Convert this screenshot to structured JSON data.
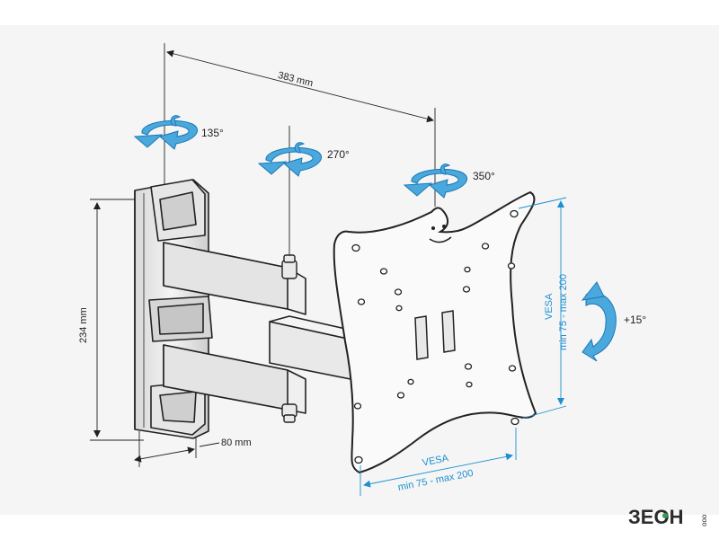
{
  "dimensions": {
    "width": "383 mm",
    "height": "234 mm",
    "depth": "80 mm"
  },
  "rotations": {
    "wall_joint": "135°",
    "middle_joint": "270°",
    "plate_swivel": "350°",
    "tilt": "+15°"
  },
  "vesa_horizontal": {
    "title": "VESA",
    "range": "min 75 - max 200"
  },
  "vesa_vertical": {
    "title": "VESA",
    "range": "min 75 - max 200"
  },
  "logo": {
    "text": "ЗЕОН",
    "suffix": "ооо"
  },
  "colors": {
    "line": "#222222",
    "accent": "#1b8fd0",
    "arrow": "#4aa8dc",
    "background_band": "#f3f3f3"
  }
}
